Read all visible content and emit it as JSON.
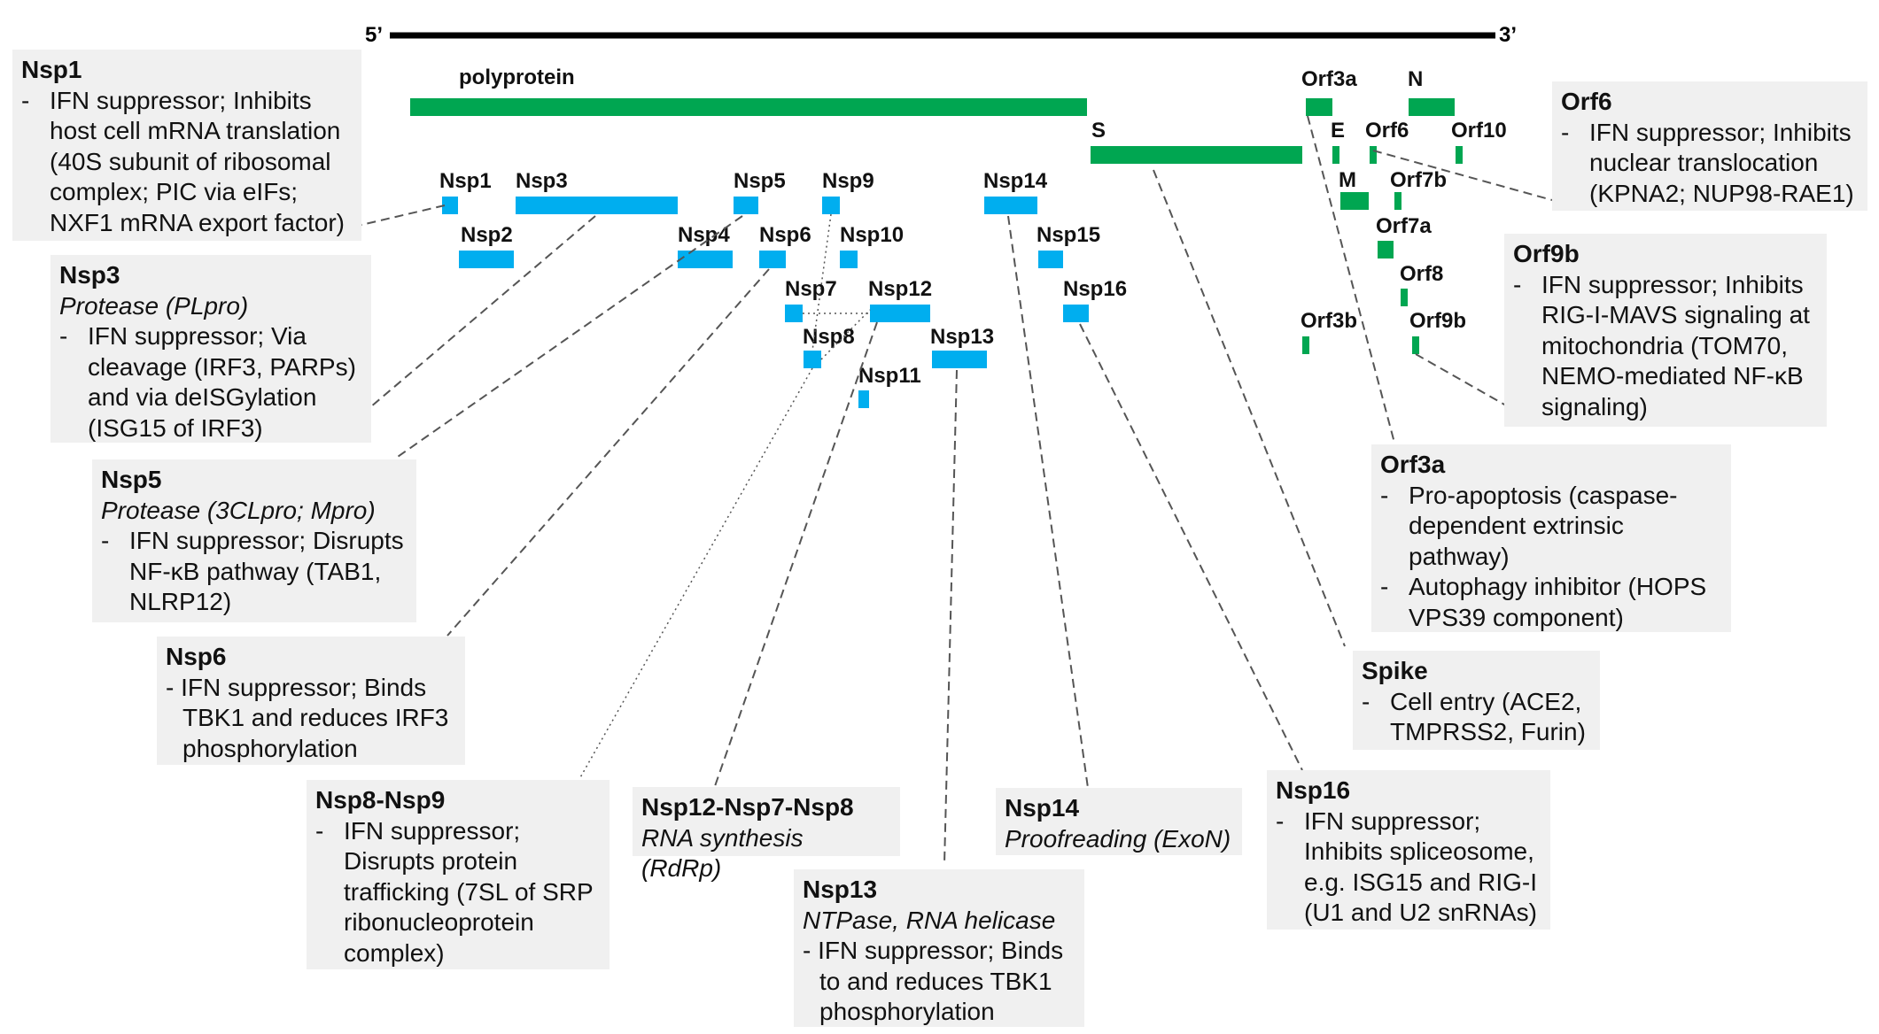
{
  "genome": {
    "five_prime": "5’",
    "three_prime": "3’"
  },
  "colors": {
    "nsp": "#00aeef",
    "structural": "#00a651",
    "box": "#f0f0f0",
    "line": "#555555"
  },
  "genes": {
    "polyprotein": "polyprotein",
    "S": "S",
    "Orf3a": "Orf3a",
    "N": "N",
    "E": "E",
    "Orf6": "Orf6",
    "Orf10": "Orf10",
    "M": "M",
    "Orf7b": "Orf7b",
    "Orf7a": "Orf7a",
    "Orf8": "Orf8",
    "Orf3b": "Orf3b",
    "Orf9b": "Orf9b",
    "Nsp1": "Nsp1",
    "Nsp2": "Nsp2",
    "Nsp3": "Nsp3",
    "Nsp4": "Nsp4",
    "Nsp5": "Nsp5",
    "Nsp6": "Nsp6",
    "Nsp7": "Nsp7",
    "Nsp8": "Nsp8",
    "Nsp9": "Nsp9",
    "Nsp10": "Nsp10",
    "Nsp11": "Nsp11",
    "Nsp12": "Nsp12",
    "Nsp13": "Nsp13",
    "Nsp14": "Nsp14",
    "Nsp15": "Nsp15",
    "Nsp16": "Nsp16"
  },
  "boxes": {
    "nsp1": {
      "title": "Nsp1",
      "items": [
        "IFN suppressor; Inhibits host cell mRNA translation (40S subunit of ribosomal complex; PIC via eIFs; NXF1 mRNA export factor)"
      ]
    },
    "nsp3": {
      "title": "Nsp3",
      "subtitle": "Protease (PLpro)",
      "items": [
        "IFN suppressor; Via cleavage (IRF3, PARPs) and via deISGylation (ISG15 of IRF3)"
      ]
    },
    "nsp5": {
      "title": "Nsp5",
      "subtitle": "Protease (3CLpro; Mpro)",
      "items": [
        "IFN suppressor; Disrupts NF-κB pathway (TAB1, NLRP12)"
      ]
    },
    "nsp6": {
      "title": "Nsp6",
      "bullet": "- IFN suppressor; Binds TBK1 and reduces IRF3 phosphorylation"
    },
    "nsp8_nsp9": {
      "title": "Nsp8-Nsp9",
      "items": [
        "IFN suppressor; Disrupts protein trafficking (7SL of SRP ribonucleoprotein complex)"
      ]
    },
    "rdrp": {
      "title": "Nsp12-Nsp7-Nsp8",
      "subtitle": "RNA synthesis (RdRp)"
    },
    "nsp13": {
      "title": "Nsp13",
      "subtitle": "NTPase, RNA helicase",
      "bullet": "- IFN suppressor; Binds to and reduces TBK1 phosphorylation"
    },
    "nsp14": {
      "title": "Nsp14",
      "subtitle": "Proofreading (ExoN)"
    },
    "nsp16": {
      "title": "Nsp16",
      "items": [
        "IFN suppressor; Inhibits spliceosome, e.g. ISG15 and RIG-I (U1 and U2 snRNAs)"
      ]
    },
    "spike": {
      "title": "Spike",
      "items": [
        "Cell entry (ACE2, TMPRSS2, Furin)"
      ]
    },
    "orf3a": {
      "title": "Orf3a",
      "items": [
        "Pro-apoptosis (caspase-dependent extrinsic pathway)",
        "Autophagy inhibitor (HOPS VPS39 component)"
      ]
    },
    "orf9b": {
      "title": "Orf9b",
      "items": [
        "IFN suppressor; Inhibits RIG-I-MAVS signaling at mitochondria (TOM70, NEMO-mediated NF-κB signaling)"
      ]
    },
    "orf6": {
      "title": "Orf6",
      "items": [
        "IFN suppressor; Inhibits nuclear translocation (KPNA2; NUP98-RAE1)"
      ]
    }
  }
}
